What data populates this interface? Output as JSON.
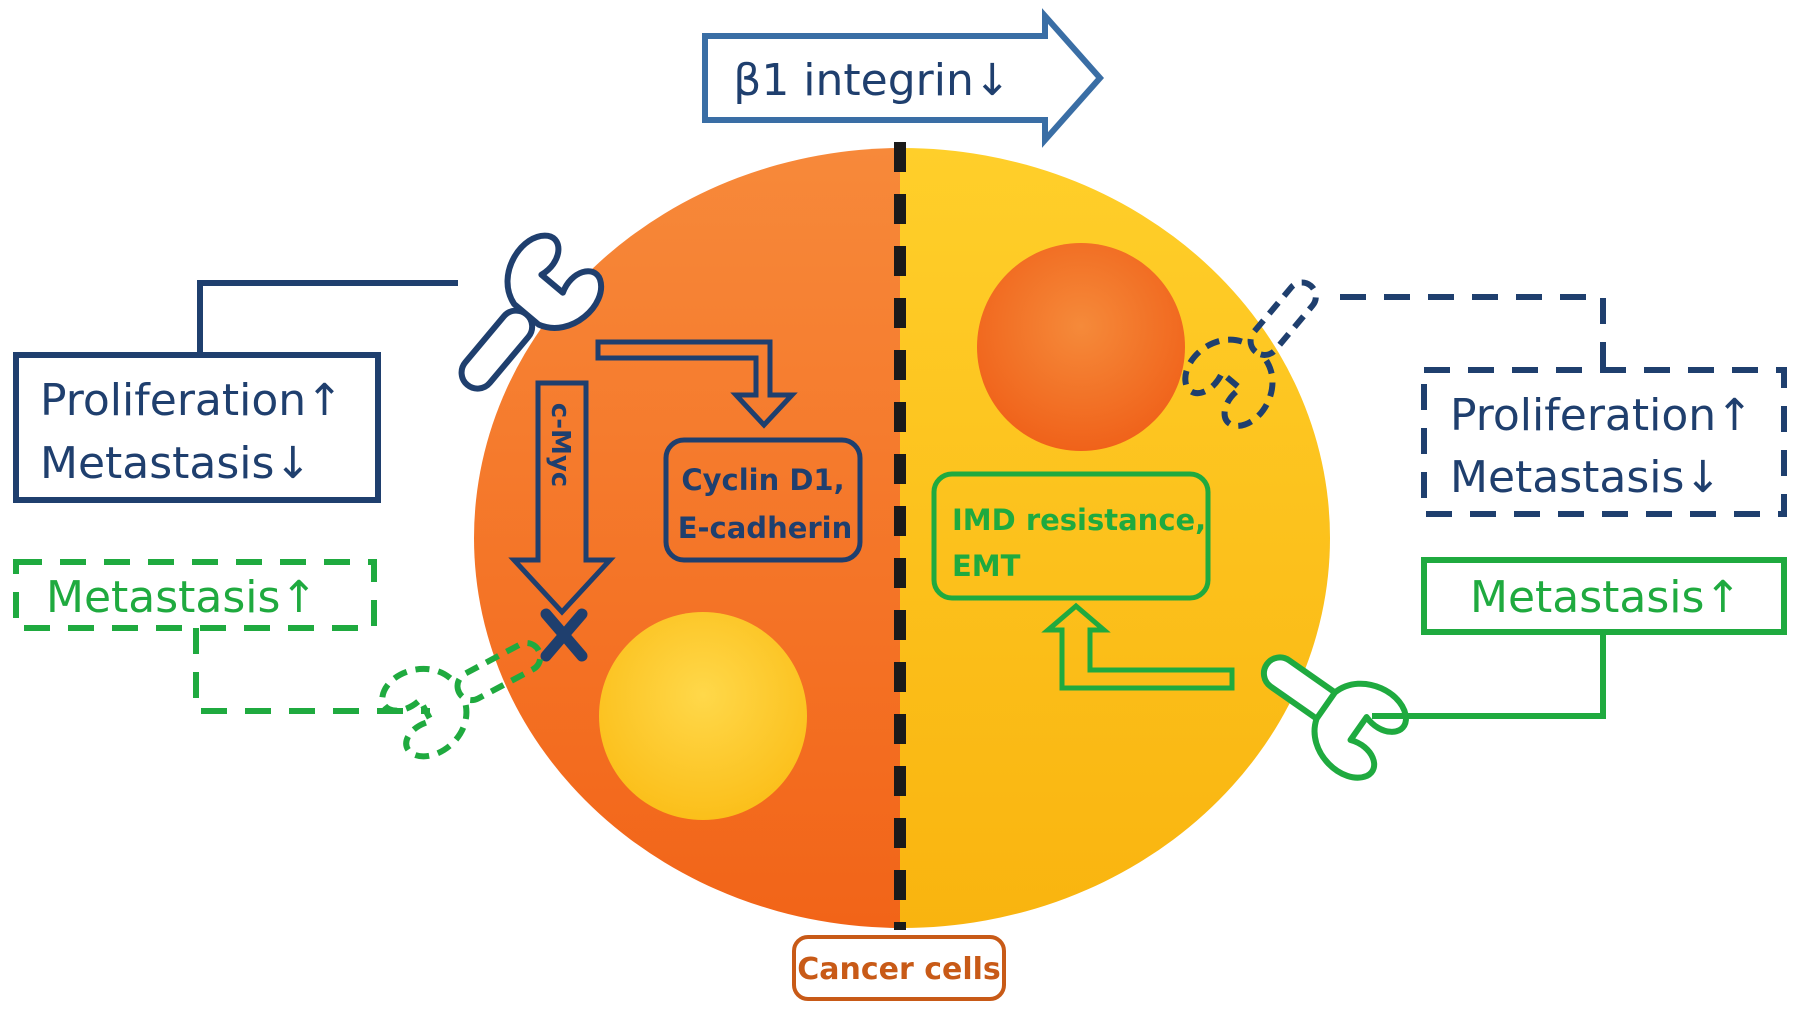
{
  "header_arrow": {
    "label": "β1 integrin↓"
  },
  "cell": {
    "label": "Cancer cells"
  },
  "left": {
    "solid_box": {
      "line1": "Proliferation↑",
      "line2": "Metastasis↓"
    },
    "dashed_box": {
      "line1": "Metastasis↑"
    },
    "pathway_label": "c-Myc",
    "target_box": {
      "line1": "Cyclin D1,",
      "line2": "E-cadherin"
    }
  },
  "right": {
    "dashed_box": {
      "line1": "Proliferation↑",
      "line2": "Metastasis↓"
    },
    "solid_box": {
      "line1": "Metastasis↑"
    },
    "target_box": {
      "line1": "IMD resistance,",
      "line2": "EMT"
    }
  },
  "colors": {
    "navy": "#1f3f6e",
    "header_blue": "#3a6ea5",
    "green": "#1faa3f",
    "orange_dark": "#f26a1b",
    "orange_light": "#f5902f",
    "yellow": "#fcc419",
    "yellow_light": "#ffd43b",
    "label_brown": "#c85a17"
  }
}
